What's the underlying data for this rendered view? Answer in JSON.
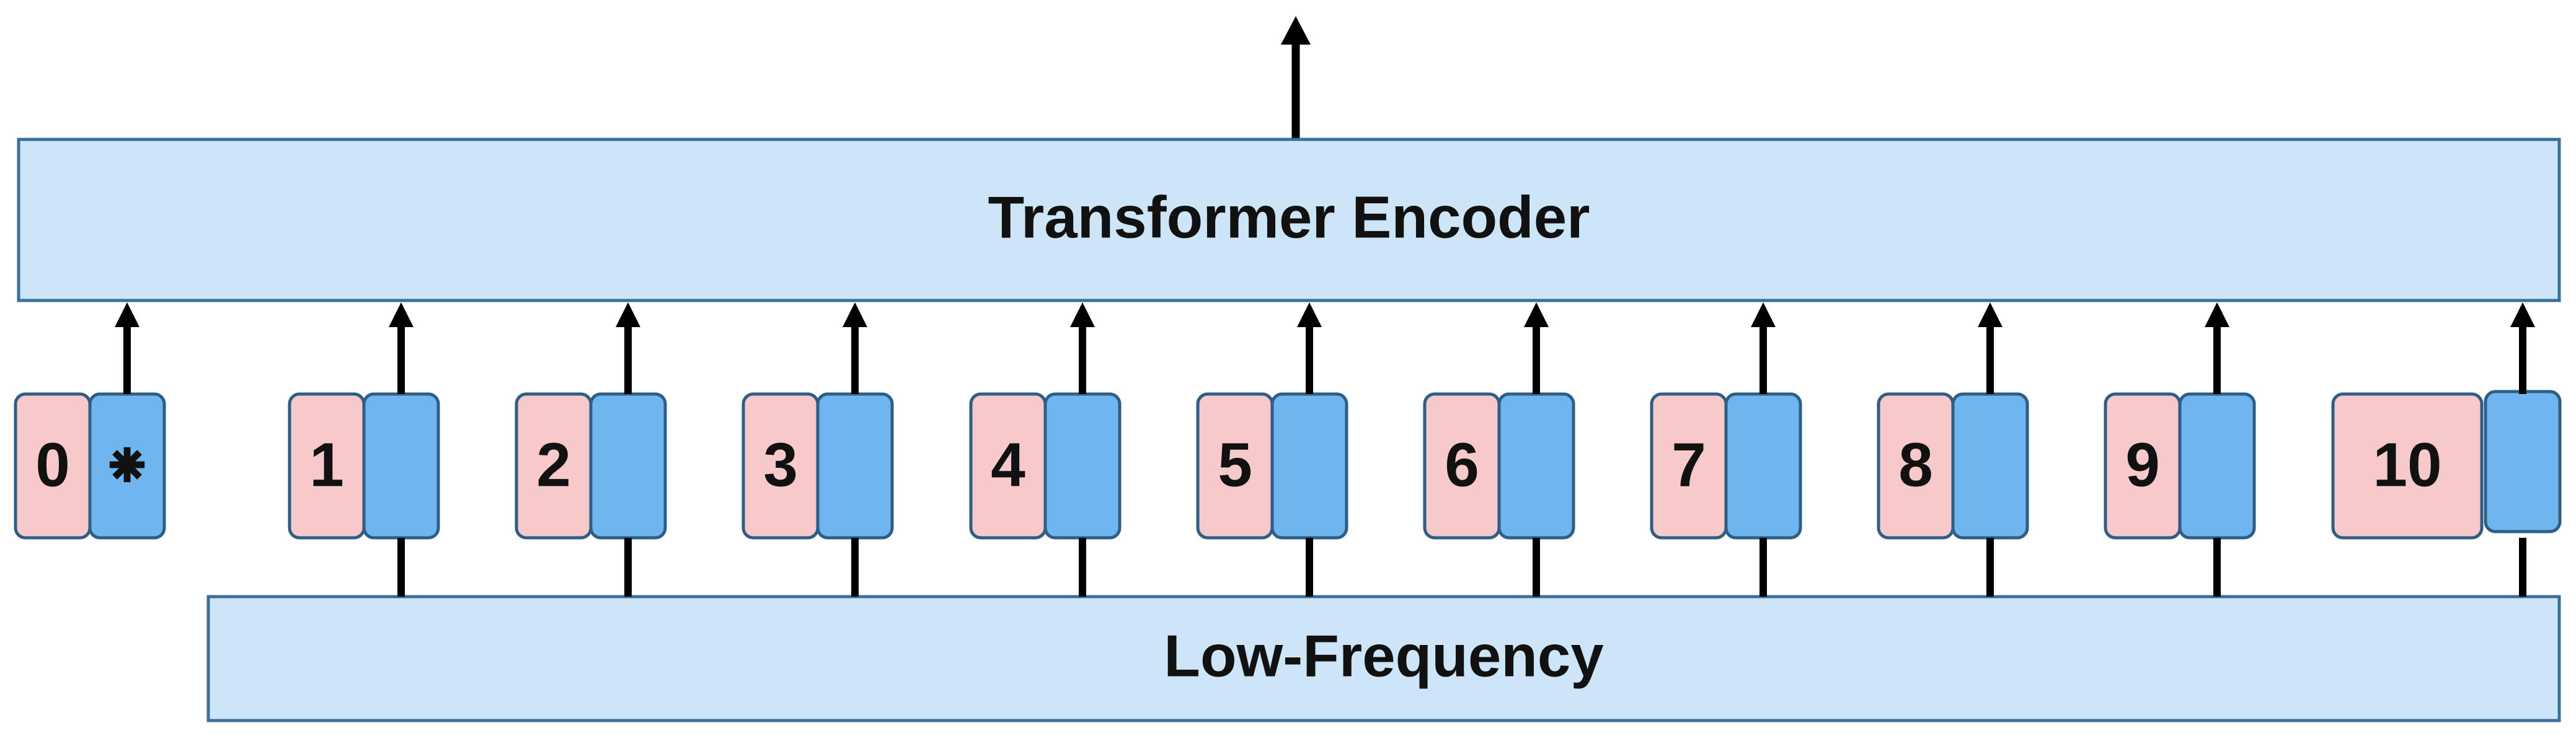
{
  "encoder": {
    "label": "Transformer Encoder"
  },
  "low_frequency": {
    "label": "Low-Frequency"
  },
  "tokens": [
    {
      "pos": "0",
      "symbol": "⁕"
    },
    {
      "pos": "1",
      "symbol": ""
    },
    {
      "pos": "2",
      "symbol": ""
    },
    {
      "pos": "3",
      "symbol": ""
    },
    {
      "pos": "4",
      "symbol": ""
    },
    {
      "pos": "5",
      "symbol": ""
    },
    {
      "pos": "6",
      "symbol": ""
    },
    {
      "pos": "7",
      "symbol": ""
    },
    {
      "pos": "8",
      "symbol": ""
    },
    {
      "pos": "9",
      "symbol": ""
    },
    {
      "pos": "10",
      "symbol": ""
    }
  ],
  "colors": {
    "encoder_fill": "#cce5f7",
    "encoder_stroke": "#3b6f99",
    "position_fill": "#f8c9cb",
    "embedding_fill": "#6fb6ef",
    "token_stroke": "#2e5d86",
    "arrow": "#000000"
  }
}
